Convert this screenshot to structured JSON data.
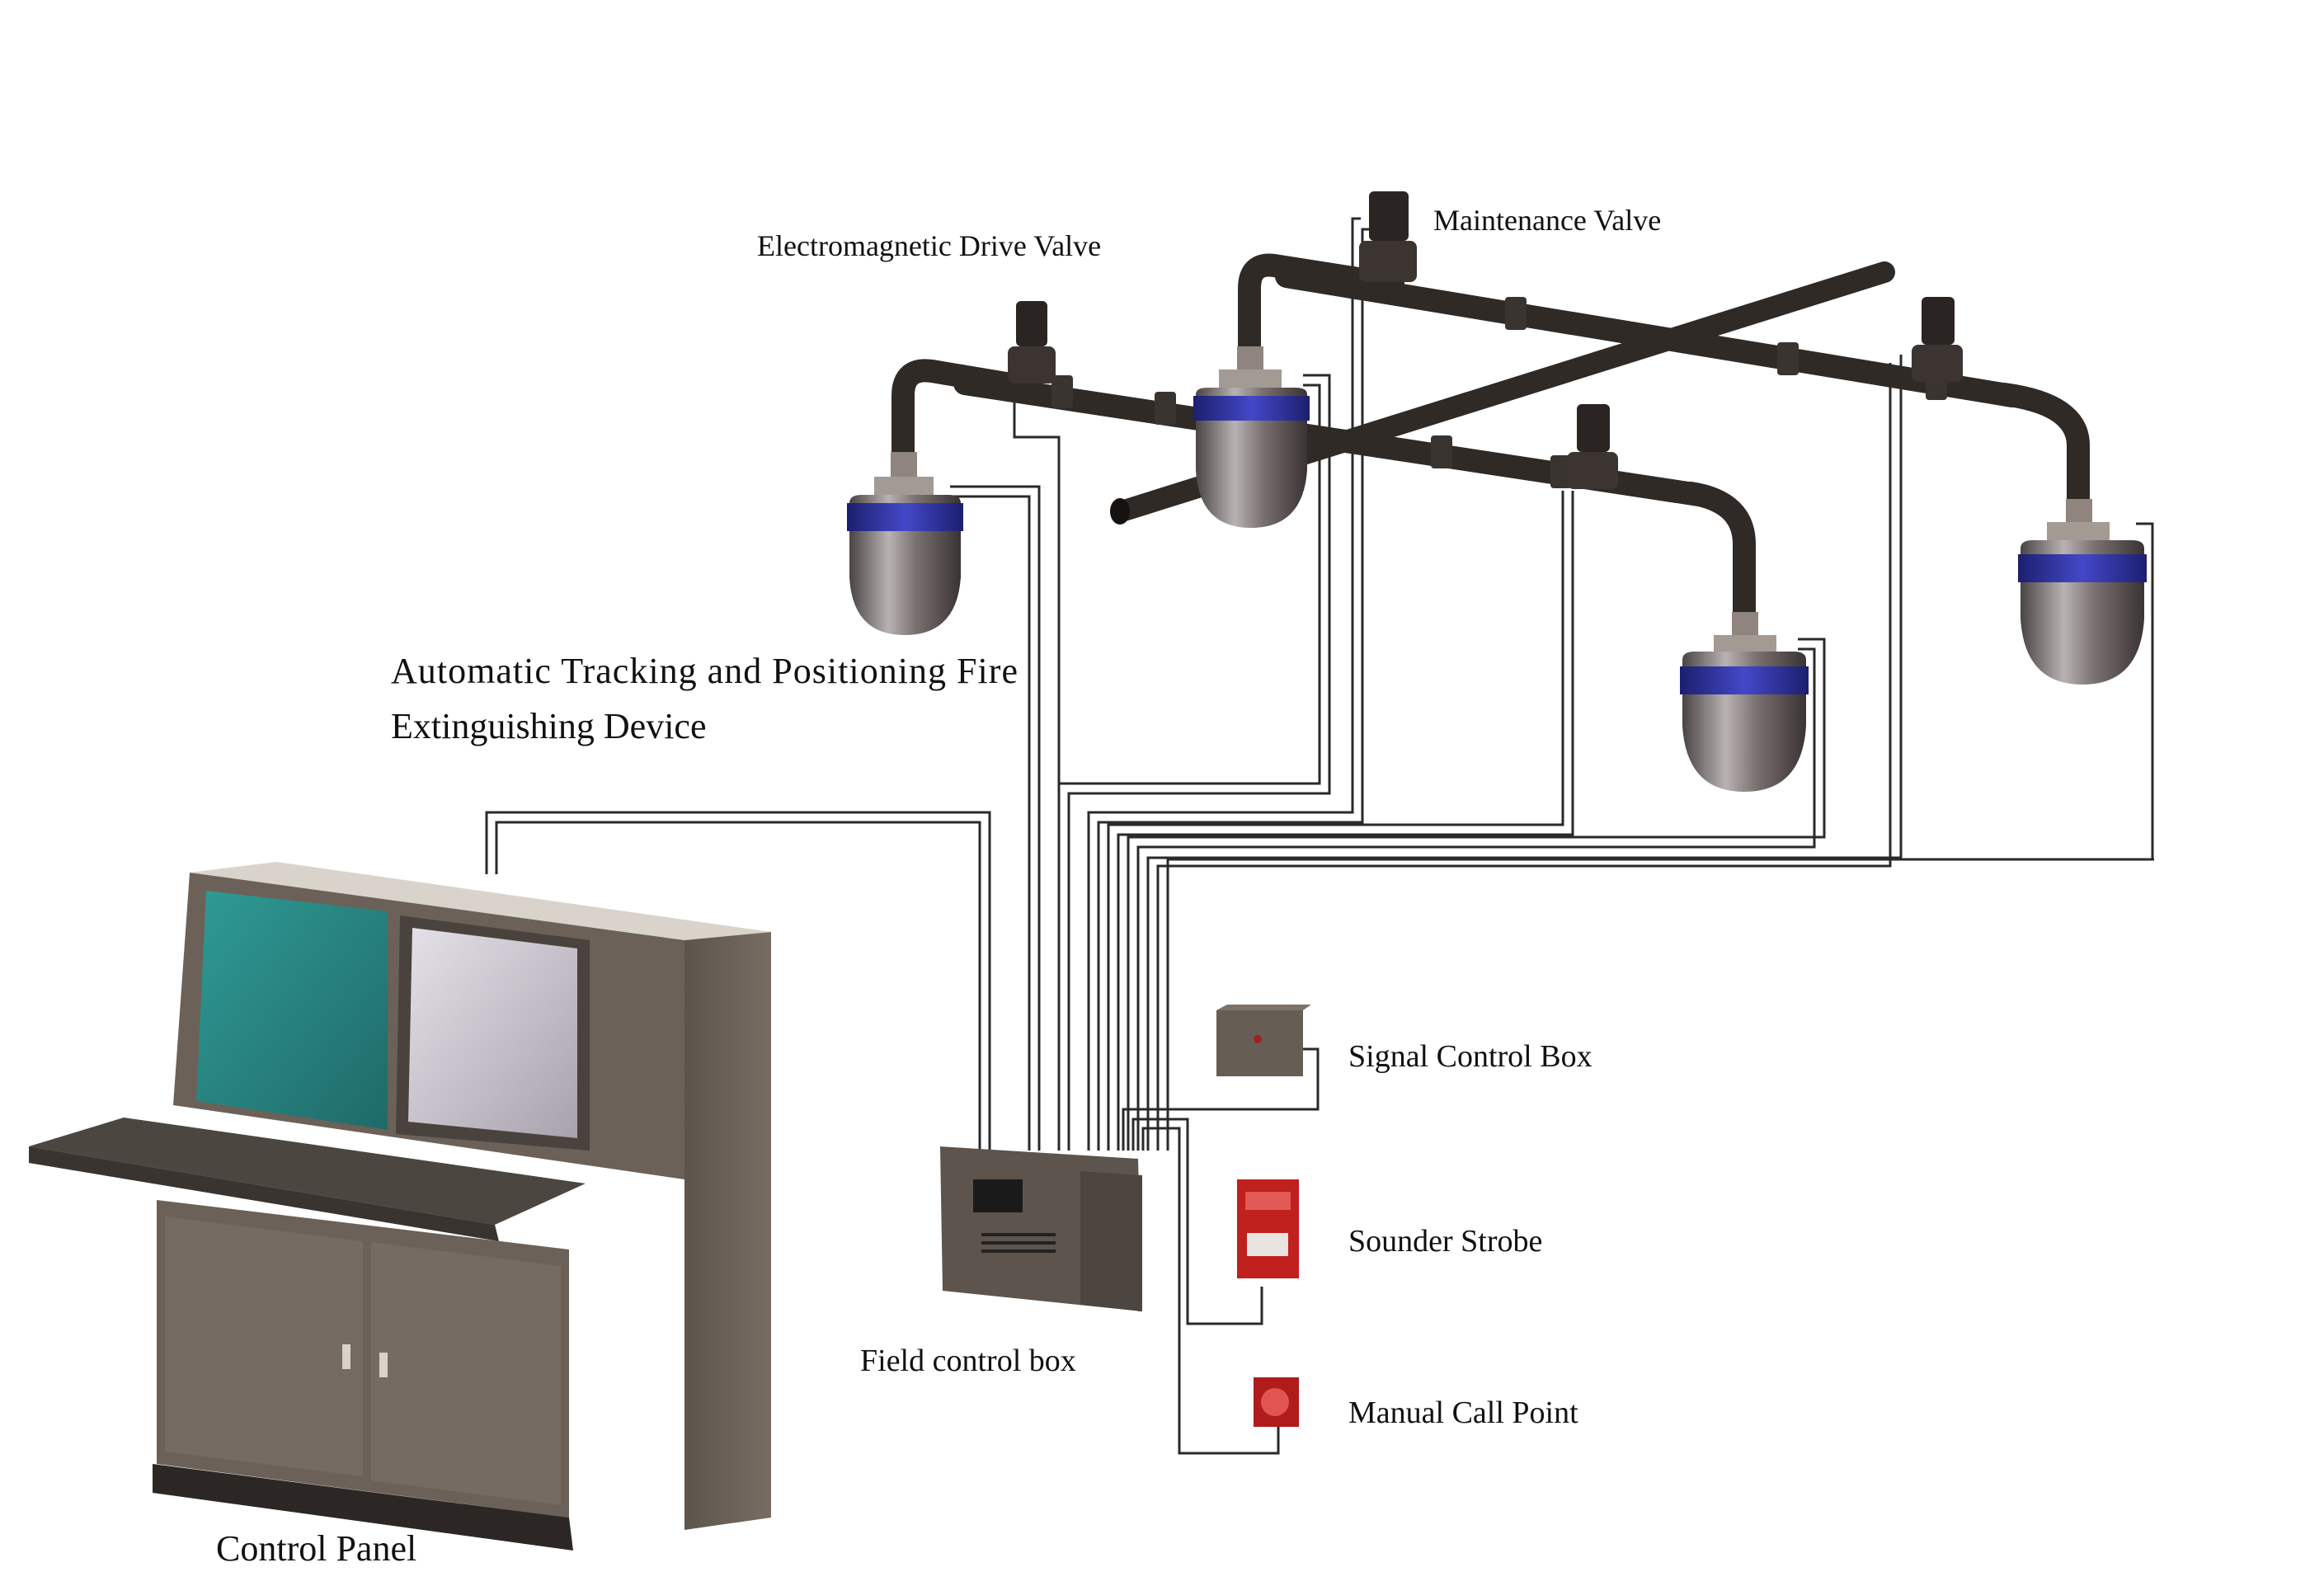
{
  "labels": {
    "maintenance_valve": "Maintenance Valve",
    "electromagnetic_drive_valve": "Electromagnetic Drive Valve",
    "fire_device_line1": "Automatic Tracking and Positioning Fire",
    "fire_device_line2": "Extinguishing Device",
    "signal_control_box": "Signal Control Box",
    "sounder_strobe": "Sounder Strobe",
    "field_control_box": "Field control box",
    "manual_call_point": "Manual Call Point",
    "control_panel": "Control Panel"
  },
  "colors": {
    "pipe": "#2f2a26",
    "device_band": "#2c2f9e",
    "screen_teal": "#2e8a86",
    "cabinet": "#6b6158",
    "strobe_red": "#c0201e",
    "wire": "#2a2a2a"
  }
}
